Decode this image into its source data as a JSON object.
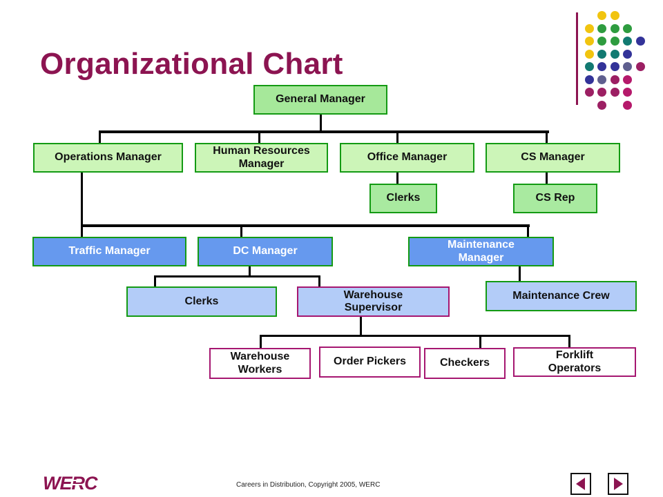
{
  "title": "Organizational Chart",
  "nodes": {
    "general_manager": "General Manager",
    "operations_manager": "Operations Manager",
    "hr_manager": "Human Resources Manager",
    "office_manager": "Office Manager",
    "cs_manager": "CS Manager",
    "office_clerks": "Clerks",
    "cs_rep": "CS Rep",
    "traffic_manager": "Traffic Manager",
    "dc_manager": "DC Manager",
    "maintenance_manager": "Maintenance Manager",
    "dc_clerks": "Clerks",
    "warehouse_supervisor": "Warehouse Supervisor",
    "maintenance_crew": "Maintenance Crew",
    "warehouse_workers": "Warehouse Workers",
    "order_pickers": "Order Pickers",
    "checkers": "Checkers",
    "forklift_operators": "Forklift Operators"
  },
  "footer": {
    "copyright": "Careers in Distribution, Copyright 2005, WERC",
    "logo_text": "WERC"
  },
  "nav": {
    "prev_icon": "triangle-left-icon",
    "next_icon": "triangle-right-icon"
  },
  "colors": {
    "title": "#8c1451",
    "green_border": "#139a13",
    "magenta_border": "#a51670",
    "blue_fill": "#6699ee",
    "light_blue_fill": "#b3ccf8",
    "light_green_fill": "#ccf5b8"
  },
  "decoration": {
    "dot_grid_colors": [
      "#f1c40f",
      "#2e9c3f",
      "#127a72",
      "#333399",
      "#5f5f8f",
      "#9c1f63",
      "#b5196b"
    ]
  }
}
